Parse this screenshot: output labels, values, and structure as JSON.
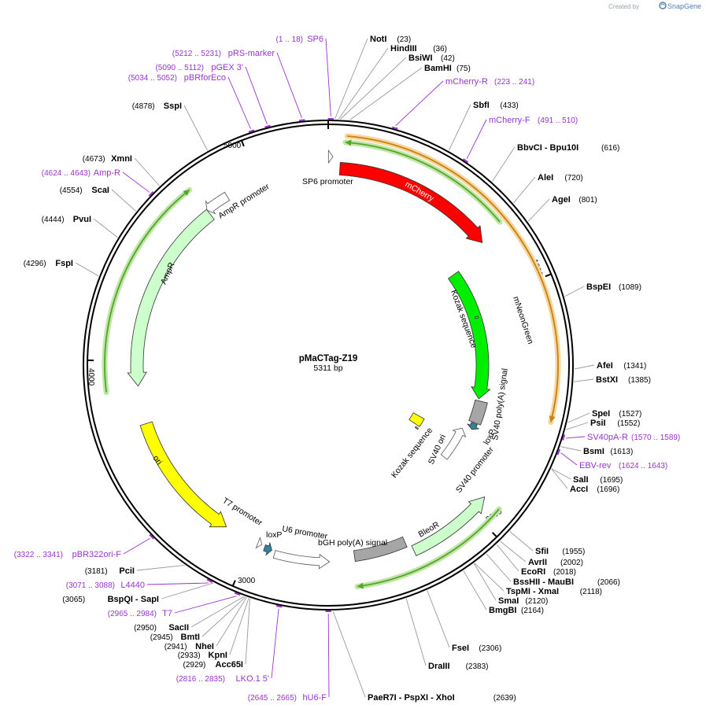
{
  "credit": {
    "prefix": "Created by",
    "brand": "SnapGene"
  },
  "plasmid": {
    "name": "pMaCTag-Z19",
    "length_label": "5311 bp",
    "length_bp": 5311
  },
  "ruler": [
    {
      "bp": 1000,
      "label": "1000"
    },
    {
      "bp": 2000,
      "label": "2000"
    },
    {
      "bp": 3000,
      "label": "3000"
    },
    {
      "bp": 4000,
      "label": "4000"
    },
    {
      "bp": 5000,
      "label": "5000"
    }
  ],
  "features": [
    {
      "label": "SP6 promoter",
      "start": 1,
      "end": 19,
      "color": "#ffffff",
      "direction": "forward"
    },
    {
      "label": "mCherry",
      "start": 50,
      "end": 760,
      "color": "#ff0000",
      "direction": "forward"
    },
    {
      "label": "mNeonGreen",
      "start": 800,
      "end": 1515,
      "color": "#00ee00",
      "direction": "forward"
    },
    {
      "label": "Kozak sequence",
      "start": 1060,
      "end": 1070,
      "color": "#aaaaaa",
      "direction": "none"
    },
    {
      "label": "SV40 poly(A) signal",
      "start": 1525,
      "end": 1645,
      "color": "#a6a6a6",
      "direction": "none"
    },
    {
      "label": "loxP",
      "start": 1650,
      "end": 1684,
      "color": "#31849b",
      "direction": "forward"
    },
    {
      "label": "SV40 promoter",
      "start": 1700,
      "end": 1895,
      "color": "#ffffff",
      "direction": "reverse"
    },
    {
      "label": "SV40 ori",
      "start": 1760,
      "end": 1830,
      "color": "#ffff00",
      "direction": "none"
    },
    {
      "label": "Kozak sequence",
      "start": 1845,
      "end": 1855,
      "color": "#aaaaaa",
      "direction": "none"
    },
    {
      "label": "BleoR",
      "start": 1920,
      "end": 2290,
      "color": "#ccffcc",
      "direction": "reverse"
    },
    {
      "label": "bGH poly(A) signal",
      "start": 2310,
      "end": 2540,
      "color": "#a6a6a6",
      "direction": "none"
    },
    {
      "label": "U6 promoter",
      "start": 2650,
      "end": 2890,
      "color": "#ffffff",
      "direction": "reverse"
    },
    {
      "label": "loxP",
      "start": 2905,
      "end": 2939,
      "color": "#31849b",
      "direction": "reverse"
    },
    {
      "label": "T7 promoter",
      "start": 2955,
      "end": 2973,
      "color": "#ffffff",
      "direction": "reverse"
    },
    {
      "label": "ori",
      "start": 3130,
      "end": 3720,
      "color": "#ffff00",
      "direction": "reverse"
    },
    {
      "label": "AmpR",
      "start": 3890,
      "end": 4750,
      "color": "#ccffcc",
      "direction": "reverse"
    },
    {
      "label": "AmpR promoter",
      "start": 4750,
      "end": 4855,
      "color": "#ffffff",
      "direction": "reverse"
    }
  ],
  "arcs": [
    {
      "start": 65,
      "end": 740,
      "color": "#53a629",
      "glow": "#bfe6a6",
      "direction": "reverse",
      "radius": 284
    },
    {
      "start": 70,
      "end": 1540,
      "color": "#c8820a",
      "glow": "#f6d6a0",
      "direction": "forward",
      "radius": 292
    },
    {
      "start": 1920,
      "end": 2545,
      "color": "#53a629",
      "glow": "#bfe6a6",
      "direction": "forward",
      "radius": 284
    },
    {
      "start": 3880,
      "end": 4745,
      "color": "#53a629",
      "glow": "#bfe6a6",
      "direction": "forward",
      "radius": 284
    }
  ],
  "sites": [
    {
      "name": "NotI",
      "pos": "(23)",
      "bp": 23,
      "type": "enzyme"
    },
    {
      "name": "HindIII",
      "pos": "(36)",
      "bp": 36,
      "type": "enzyme"
    },
    {
      "name": "BsiWI",
      "pos": "(42)",
      "bp": 42,
      "type": "enzyme"
    },
    {
      "name": "BamHI",
      "pos": "(75)",
      "bp": 75,
      "type": "enzyme"
    },
    {
      "name": "mCherry-R",
      "pos": "(223 .. 241)",
      "bp": 232,
      "type": "primer"
    },
    {
      "name": "SbfI",
      "pos": "(433)",
      "bp": 433,
      "type": "enzyme"
    },
    {
      "name": "mCherry-F",
      "pos": "(491 .. 510)",
      "bp": 500,
      "type": "primer"
    },
    {
      "name": "BbvCI  - Bpu10I",
      "pos": "(616)",
      "bp": 616,
      "type": "enzyme"
    },
    {
      "name": "AleI",
      "pos": "(720)",
      "bp": 720,
      "type": "enzyme"
    },
    {
      "name": "AgeI",
      "pos": "(801)",
      "bp": 801,
      "type": "enzyme"
    },
    {
      "name": "BspEI",
      "pos": "(1089)",
      "bp": 1089,
      "type": "enzyme"
    },
    {
      "name": "AfeI",
      "pos": "(1341)",
      "bp": 1341,
      "type": "enzyme"
    },
    {
      "name": "BstXI",
      "pos": "(1385)",
      "bp": 1385,
      "type": "enzyme"
    },
    {
      "name": "SpeI",
      "pos": "(1527)",
      "bp": 1527,
      "type": "enzyme"
    },
    {
      "name": "PsiI",
      "pos": "(1552)",
      "bp": 1552,
      "type": "enzyme"
    },
    {
      "name": "SV40pA-R",
      "pos": "(1570 .. 1589)",
      "bp": 1580,
      "type": "primer"
    },
    {
      "name": "BsmI",
      "pos": "(1613)",
      "bp": 1613,
      "type": "enzyme"
    },
    {
      "name": "EBV-rev",
      "pos": "(1624 .. 1643)",
      "bp": 1633,
      "type": "primer"
    },
    {
      "name": "SalI",
      "pos": "(1695)",
      "bp": 1695,
      "type": "enzyme"
    },
    {
      "name": "AccI",
      "pos": "(1696)",
      "bp": 1696,
      "type": "enzyme"
    },
    {
      "name": "SfiI",
      "pos": "(1955)",
      "bp": 1955,
      "type": "enzyme"
    },
    {
      "name": "AvrII",
      "pos": "(2002)",
      "bp": 2002,
      "type": "enzyme"
    },
    {
      "name": "EcoRI",
      "pos": "(2018)",
      "bp": 2018,
      "type": "enzyme"
    },
    {
      "name": "BssHII  - MauBI",
      "pos": "(2066)",
      "bp": 2066,
      "type": "enzyme"
    },
    {
      "name": "TspMI  - XmaI",
      "pos": "(2118)",
      "bp": 2118,
      "type": "enzyme"
    },
    {
      "name": "SmaI",
      "pos": "(2120)",
      "bp": 2120,
      "type": "enzyme"
    },
    {
      "name": "BmgBI",
      "pos": "(2164)",
      "bp": 2164,
      "type": "enzyme"
    },
    {
      "name": "FseI",
      "pos": "(2306)",
      "bp": 2306,
      "type": "enzyme"
    },
    {
      "name": "DraIII",
      "pos": "(2383)",
      "bp": 2383,
      "type": "enzyme"
    },
    {
      "name": "PaeR7I  - PspXI  - XhoI",
      "pos": "(2639)",
      "bp": 2639,
      "type": "enzyme"
    },
    {
      "name": "hU6-F",
      "pos": "(2645 .. 2665)",
      "bp": 2655,
      "type": "primer"
    },
    {
      "name": "LKO.1 5'",
      "pos": "(2816 .. 2835)",
      "bp": 2825,
      "type": "primer"
    },
    {
      "name": "Acc65I",
      "pos": "(2929)",
      "bp": 2929,
      "type": "enzyme"
    },
    {
      "name": "KpnI",
      "pos": "(2933)",
      "bp": 2933,
      "type": "enzyme"
    },
    {
      "name": "NheI",
      "pos": "(2941)",
      "bp": 2941,
      "type": "enzyme"
    },
    {
      "name": "BmtI",
      "pos": "(2945)",
      "bp": 2945,
      "type": "enzyme"
    },
    {
      "name": "SacII",
      "pos": "(2950)",
      "bp": 2950,
      "type": "enzyme"
    },
    {
      "name": "T7",
      "pos": "(2965 .. 2984)",
      "bp": 2975,
      "type": "primer"
    },
    {
      "name": "BspQI  - SapI",
      "pos": "(3065)",
      "bp": 3065,
      "type": "enzyme"
    },
    {
      "name": "L4440",
      "pos": "(3071 .. 3088)",
      "bp": 3080,
      "type": "primer"
    },
    {
      "name": "PciI",
      "pos": "(3181)",
      "bp": 3181,
      "type": "enzyme"
    },
    {
      "name": "pBR322ori-F",
      "pos": "(3322 .. 3341)",
      "bp": 3331,
      "type": "primer"
    },
    {
      "name": "FspI",
      "pos": "(4296)",
      "bp": 4296,
      "type": "enzyme"
    },
    {
      "name": "PvuI",
      "pos": "(4444)",
      "bp": 4444,
      "type": "enzyme"
    },
    {
      "name": "ScaI",
      "pos": "(4554)",
      "bp": 4554,
      "type": "enzyme"
    },
    {
      "name": "Amp-R",
      "pos": "(4624 .. 4643)",
      "bp": 4633,
      "type": "primer"
    },
    {
      "name": "XmnI",
      "pos": "(4673)",
      "bp": 4673,
      "type": "enzyme"
    },
    {
      "name": "SspI",
      "pos": "(4878)",
      "bp": 4878,
      "type": "enzyme"
    },
    {
      "name": "pBRforEco",
      "pos": "(5034 .. 5052)",
      "bp": 5043,
      "type": "primer"
    },
    {
      "name": "pGEX 3'",
      "pos": "(5090 .. 5112)",
      "bp": 5101,
      "type": "primer"
    },
    {
      "name": "pRS-marker",
      "pos": "(5212 .. 5231)",
      "bp": 5221,
      "type": "primer"
    },
    {
      "name": "SP6",
      "pos": "(1 .. 18)",
      "bp": 9,
      "type": "primer"
    }
  ]
}
